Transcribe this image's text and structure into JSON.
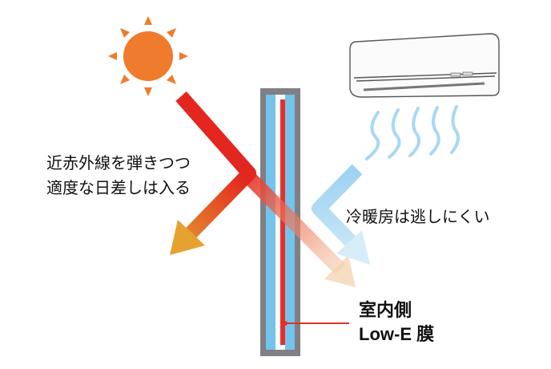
{
  "labels": {
    "left_line1": "近赤外線を弾きつつ",
    "left_line2": "適度な日差しは入る",
    "right": "冷暖房は逃しにくい",
    "film_line1": "室内側",
    "film_line2": "Low-E 膜"
  },
  "icons": {
    "sun": "sun-icon",
    "air_conditioner": "air-conditioner-icon",
    "airflow": "airflow-waves-icon"
  },
  "colors": {
    "sun": "#ee7c2c",
    "glass": "#74c3ea",
    "frame": "#7f7f85",
    "film": "#e2302b",
    "heat_arrow_start": "#e3261f",
    "heat_arrow_end": "#e6a230",
    "cool_arrow": "#b7def4"
  }
}
